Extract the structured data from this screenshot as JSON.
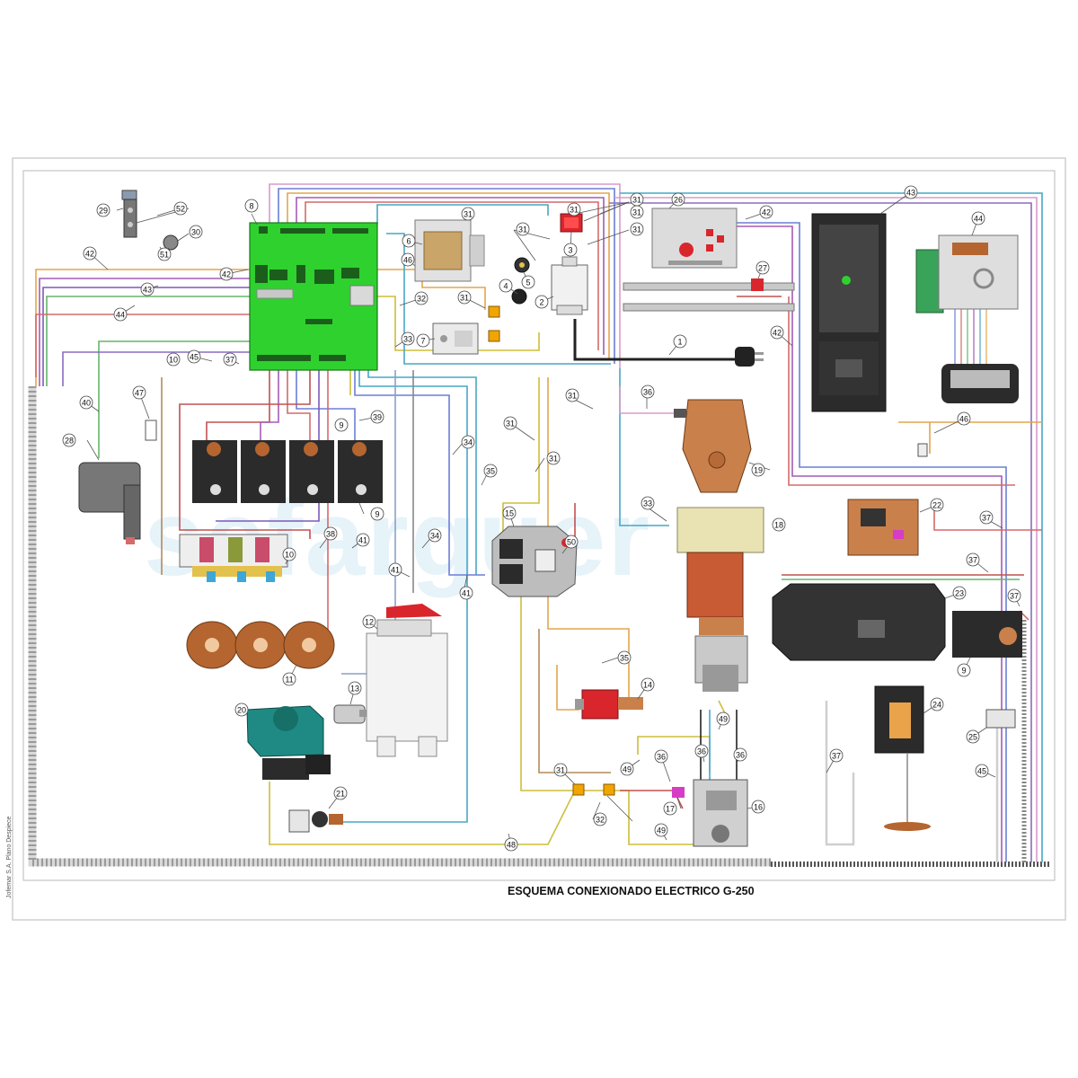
{
  "sheet": {
    "title": "ESQUEMA CONEXIONADO ELECTRICO G-250",
    "side_caption": "Jofemar S.A. Plano Despiece",
    "watermark": "sefarguer"
  },
  "colors": {
    "board": "#2fd12f",
    "copper": "#b5652f",
    "dark": "#2b2b2b",
    "grey": "#bfbfbf",
    "red": "#d8262c",
    "teal": "#1f8a83",
    "cream": "#e9e3b4",
    "orange": "#f0a500"
  },
  "callouts": [
    "1",
    "2",
    "3",
    "4",
    "5",
    "6",
    "7",
    "8",
    "9",
    "9",
    "9",
    "10",
    "10",
    "11",
    "12",
    "13",
    "14",
    "15",
    "16",
    "17",
    "18",
    "19",
    "20",
    "21",
    "22",
    "23",
    "24",
    "25",
    "26",
    "27",
    "28",
    "29",
    "30",
    "31",
    "31",
    "31",
    "31",
    "31",
    "31",
    "31",
    "31",
    "31",
    "31",
    "31",
    "32",
    "32",
    "33",
    "33",
    "34",
    "34",
    "35",
    "35",
    "36",
    "36",
    "36",
    "36",
    "37",
    "37",
    "37",
    "37",
    "37",
    "38",
    "39",
    "40",
    "41",
    "41",
    "41",
    "42",
    "42",
    "42",
    "42",
    "43",
    "43",
    "44",
    "44",
    "45",
    "45",
    "46",
    "46",
    "47",
    "48",
    "49",
    "49",
    "49",
    "50",
    "51",
    "52"
  ]
}
